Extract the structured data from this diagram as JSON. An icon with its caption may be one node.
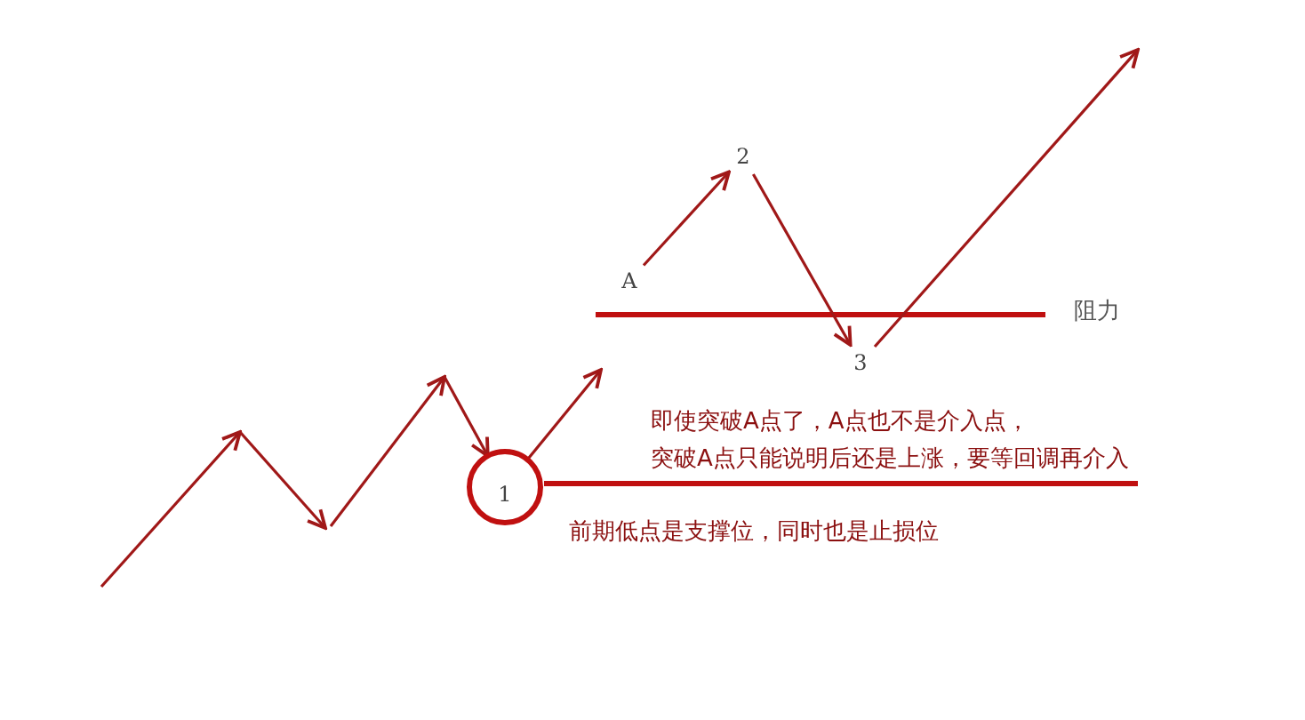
{
  "diagram": {
    "nodes": [
      {
        "text": [
          "1"
        ]
      },
      {
        "text": [
          "A"
        ]
      },
      {
        "text": [
          "2"
        ]
      },
      {
        "text": [
          "3"
        ]
      }
    ],
    "edges": [
      {
        "from": null,
        "to": 0,
        "arrow": "to"
      },
      {
        "from": 0,
        "to": null,
        "arrow": "to"
      },
      {
        "from": 1,
        "to": 2,
        "arrow": "to"
      },
      {
        "from": 2,
        "to": 3,
        "arrow": "to"
      },
      {
        "from": 3,
        "to": null,
        "arrow": "to"
      }
    ],
    "labels": [
      "阻力",
      "即使突破A点了，A点也不是介入点，",
      "突破A点只能说明后还是上涨，要等回调再介入",
      "前期低点是支撑位，同时也是止损位"
    ]
  }
}
